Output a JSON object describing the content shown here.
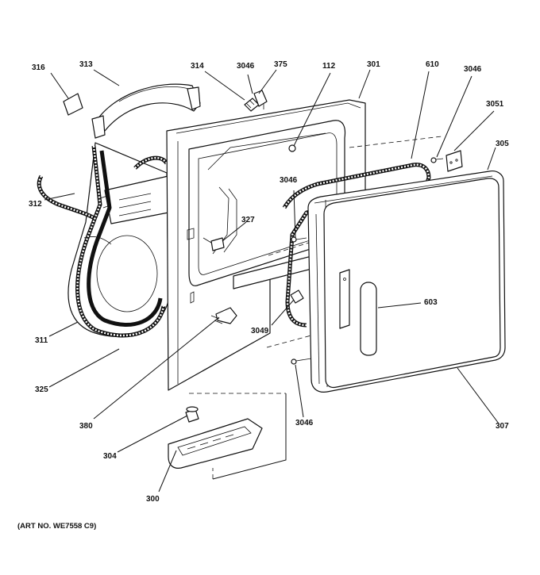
{
  "diagram": {
    "art_number": "(ART NO. WE7558 C9)",
    "labels": {
      "p316": "316",
      "p313": "313",
      "p314": "314",
      "p3046_top": "3046",
      "p375": "375",
      "p112": "112",
      "p301": "301",
      "p610": "610",
      "p3046_right": "3046",
      "p3051": "3051",
      "p305": "305",
      "p312": "312",
      "p3046_mid": "3046",
      "p327": "327",
      "p603": "603",
      "p3049": "3049",
      "p311": "311",
      "p325": "325",
      "p380": "380",
      "p3046_bottom": "3046",
      "p307": "307",
      "p304": "304",
      "p300": "300"
    }
  }
}
